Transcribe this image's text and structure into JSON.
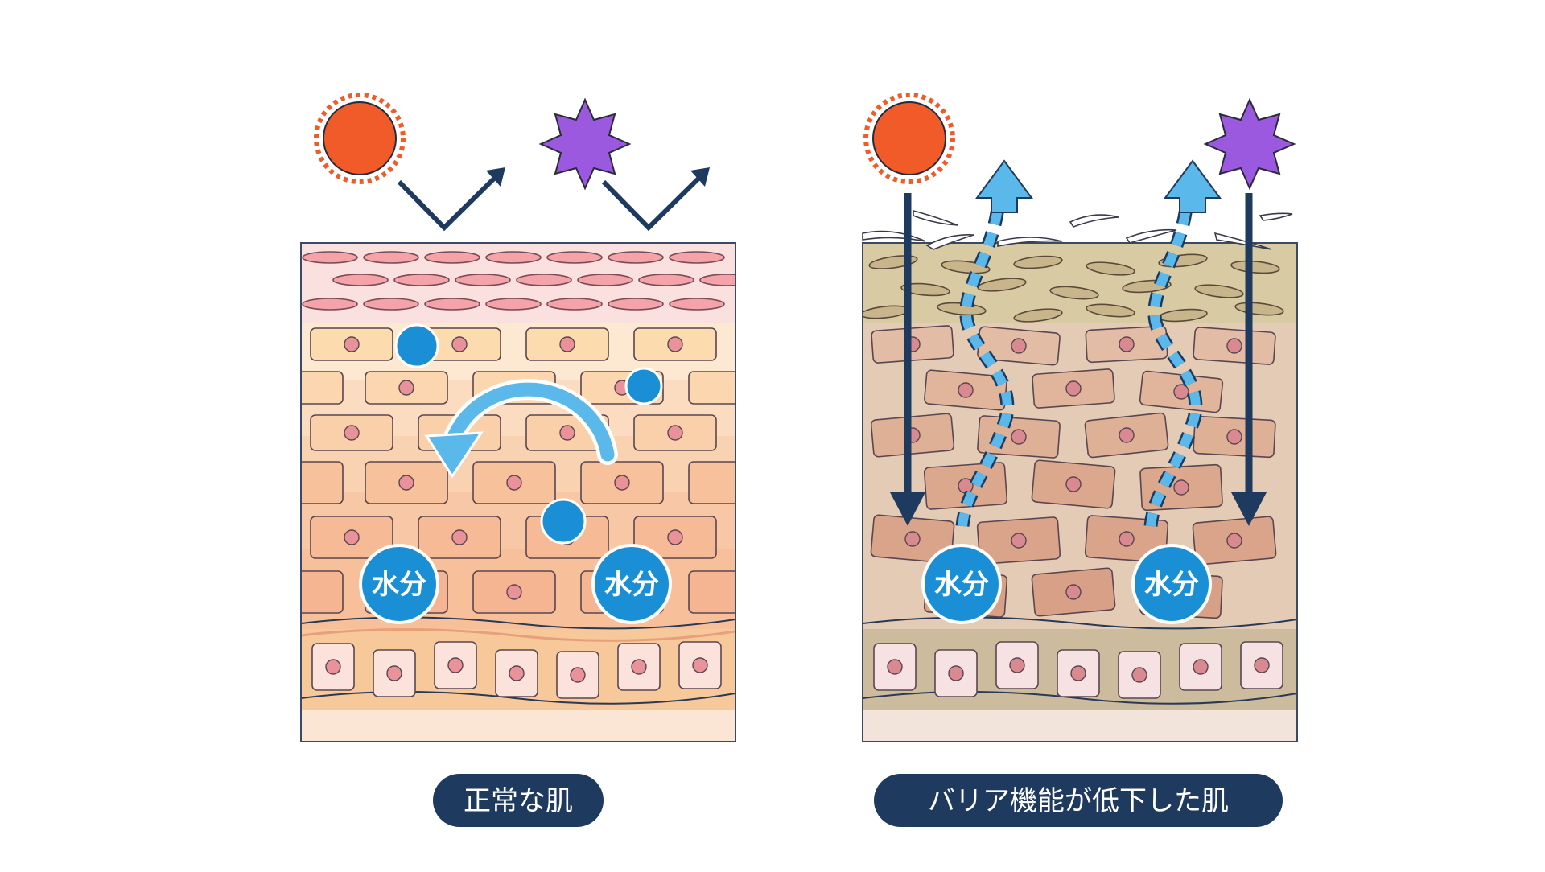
{
  "panels": [
    {
      "id": "normal",
      "caption": "正常な肌",
      "moisture_labels": [
        "水分",
        "水分"
      ],
      "stratum_corneum_color": "#f4a3a8",
      "layer_tint": "#f6c89a"
    },
    {
      "id": "damaged",
      "caption": "バリア機能が低下した肌",
      "moisture_labels": [
        "水分",
        "水分"
      ],
      "stratum_corneum_color": "#c9b58c",
      "layer_tint": "#d8b89a"
    }
  ],
  "colors": {
    "uv_sun": "#f15a29",
    "irritant_star": "#9b59e0",
    "arrow_navy": "#1f3a5f",
    "moisture_blue": "#1b8fd6",
    "moisture_light": "#5bb8ea",
    "label_bg": "#1f3a5f",
    "label_text": "#ffffff"
  },
  "icons": [
    "sun-icon",
    "star-irritant-icon",
    "reflect-arrow-icon",
    "water-droplet-icon",
    "circular-arrow-icon",
    "evaporation-arrow-icon"
  ]
}
